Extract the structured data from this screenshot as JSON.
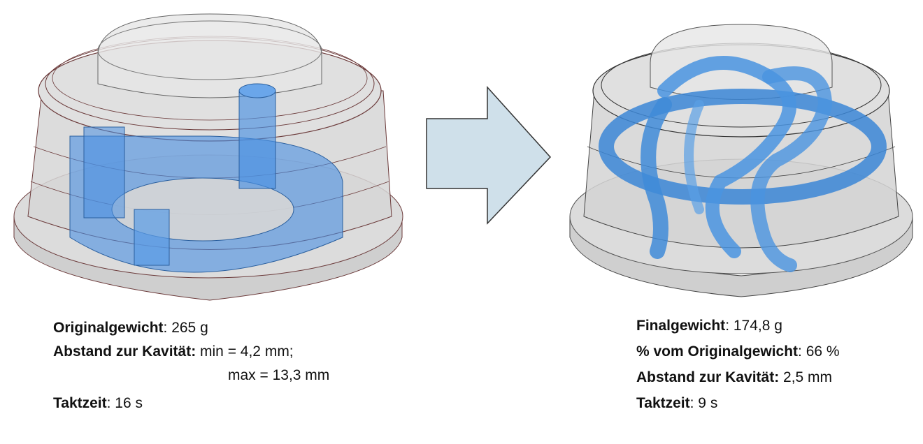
{
  "colors": {
    "housing_fill": "#d9d9d9",
    "housing_edge": "#6b3a3a",
    "channel_blue": "#4a90e2",
    "arrow_fill": "#cfe0ea",
    "arrow_stroke": "#333333"
  },
  "icons": {
    "arrow": "right-arrow-icon"
  },
  "original": {
    "weight_label": "Originalgewicht",
    "weight_value": ": 265 g",
    "distance_label": "Abstand zur Kavität:",
    "distance_min": " min = 4,2 mm;",
    "distance_max": "max = 13,3 mm",
    "cycle_label": "Taktzeit",
    "cycle_value": ": 16 s"
  },
  "final": {
    "weight_label": "Finalgewicht",
    "weight_value": ": 174,8 g",
    "percent_label": "% vom Originalgewicht",
    "percent_value": ": 66 %",
    "distance_label": "Abstand zur Kavität:",
    "distance_value": " 2,5 mm",
    "cycle_label": "Taktzeit",
    "cycle_value": ": 9 s"
  }
}
